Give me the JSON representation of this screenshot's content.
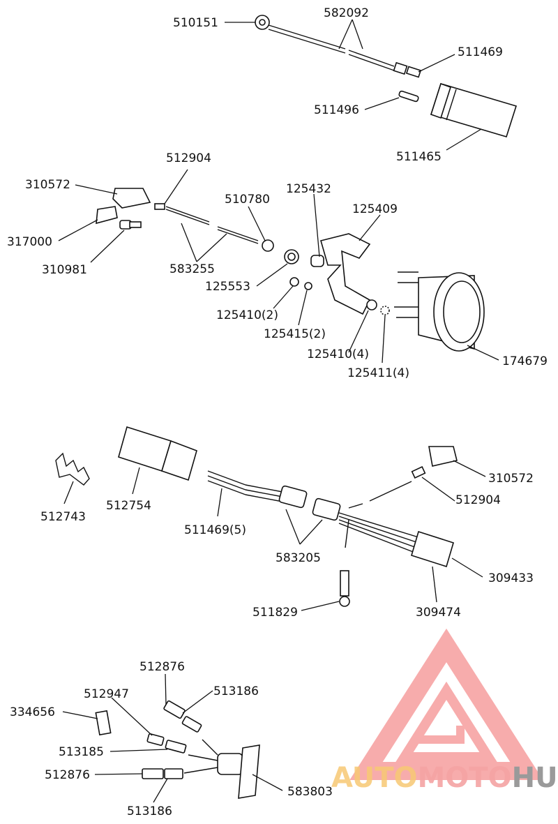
{
  "labels": {
    "p510151": "510151",
    "p582092": "582092",
    "p511469_top": "511469",
    "p511496": "511496",
    "p511465": "511465",
    "p512904_a": "512904",
    "p310572_a": "310572",
    "p317000": "317000",
    "p310981": "310981",
    "p583255": "583255",
    "p510780": "510780",
    "p125432": "125432",
    "p125409": "125409",
    "p125553": "125553",
    "p125410_2": "125410(2)",
    "p125415_2": "125415(2)",
    "p125410_4": "125410(4)",
    "p125411_4": "125411(4)",
    "p174679": "174679",
    "p512743": "512743",
    "p512754": "512754",
    "p511469_5": "511469(5)",
    "p583205": "583205",
    "p310572_b": "310572",
    "p512904_b": "512904",
    "p309433": "309433",
    "p309474": "309474",
    "p511829": "511829",
    "p512876_a": "512876",
    "p513186_a": "513186",
    "p512947": "512947",
    "p334656": "334656",
    "p513185": "513185",
    "p512876_b": "512876",
    "p513186_b": "513186",
    "p583803": "583803"
  },
  "watermark": {
    "part1": "AUTO",
    "part2": "MOTO",
    "part3": "HUB",
    "color_auto": "#f7c873",
    "color_moto": "#f4a3a3",
    "color_hub": "#aaaaaa",
    "logo_color": "#f26a6a"
  }
}
